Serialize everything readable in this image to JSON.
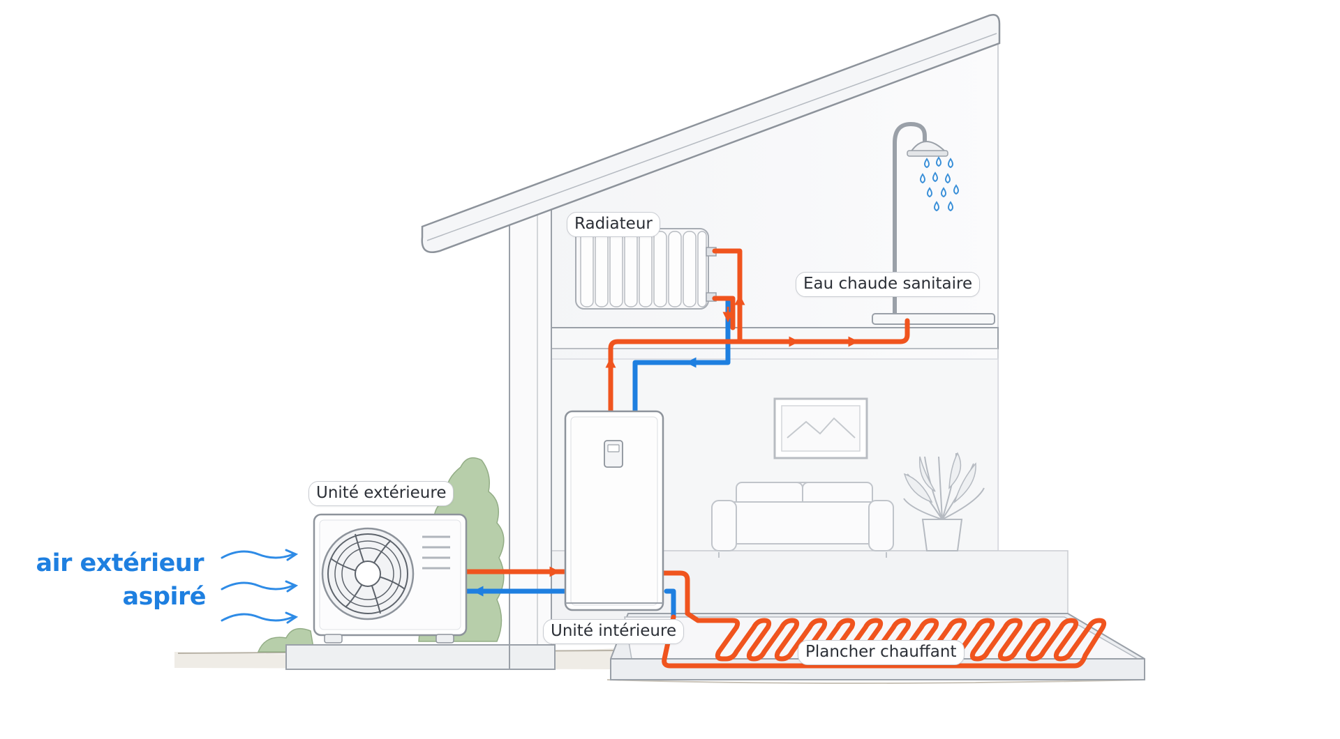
{
  "labels": {
    "radiator": "Radiateur",
    "hot_water": "Eau chaude sanitaire",
    "outdoor_unit": "Unité extérieure",
    "indoor_unit": "Unité intérieure",
    "floor_heating": "Plancher chauffant"
  },
  "air_label": {
    "line1": "air extérieur",
    "line2": "aspiré"
  },
  "colors": {
    "hot_pipe": "#f0541e",
    "cold_pipe": "#1e7fe0",
    "structure": "#9aa0a8",
    "water_drop": "#3a8fd8",
    "foliage": "#a9c49a"
  },
  "icons": [
    "fan-icon",
    "shower-icon",
    "picture-frame-icon",
    "sofa-icon",
    "plant-icon",
    "radiator-icon",
    "bush-icon"
  ]
}
